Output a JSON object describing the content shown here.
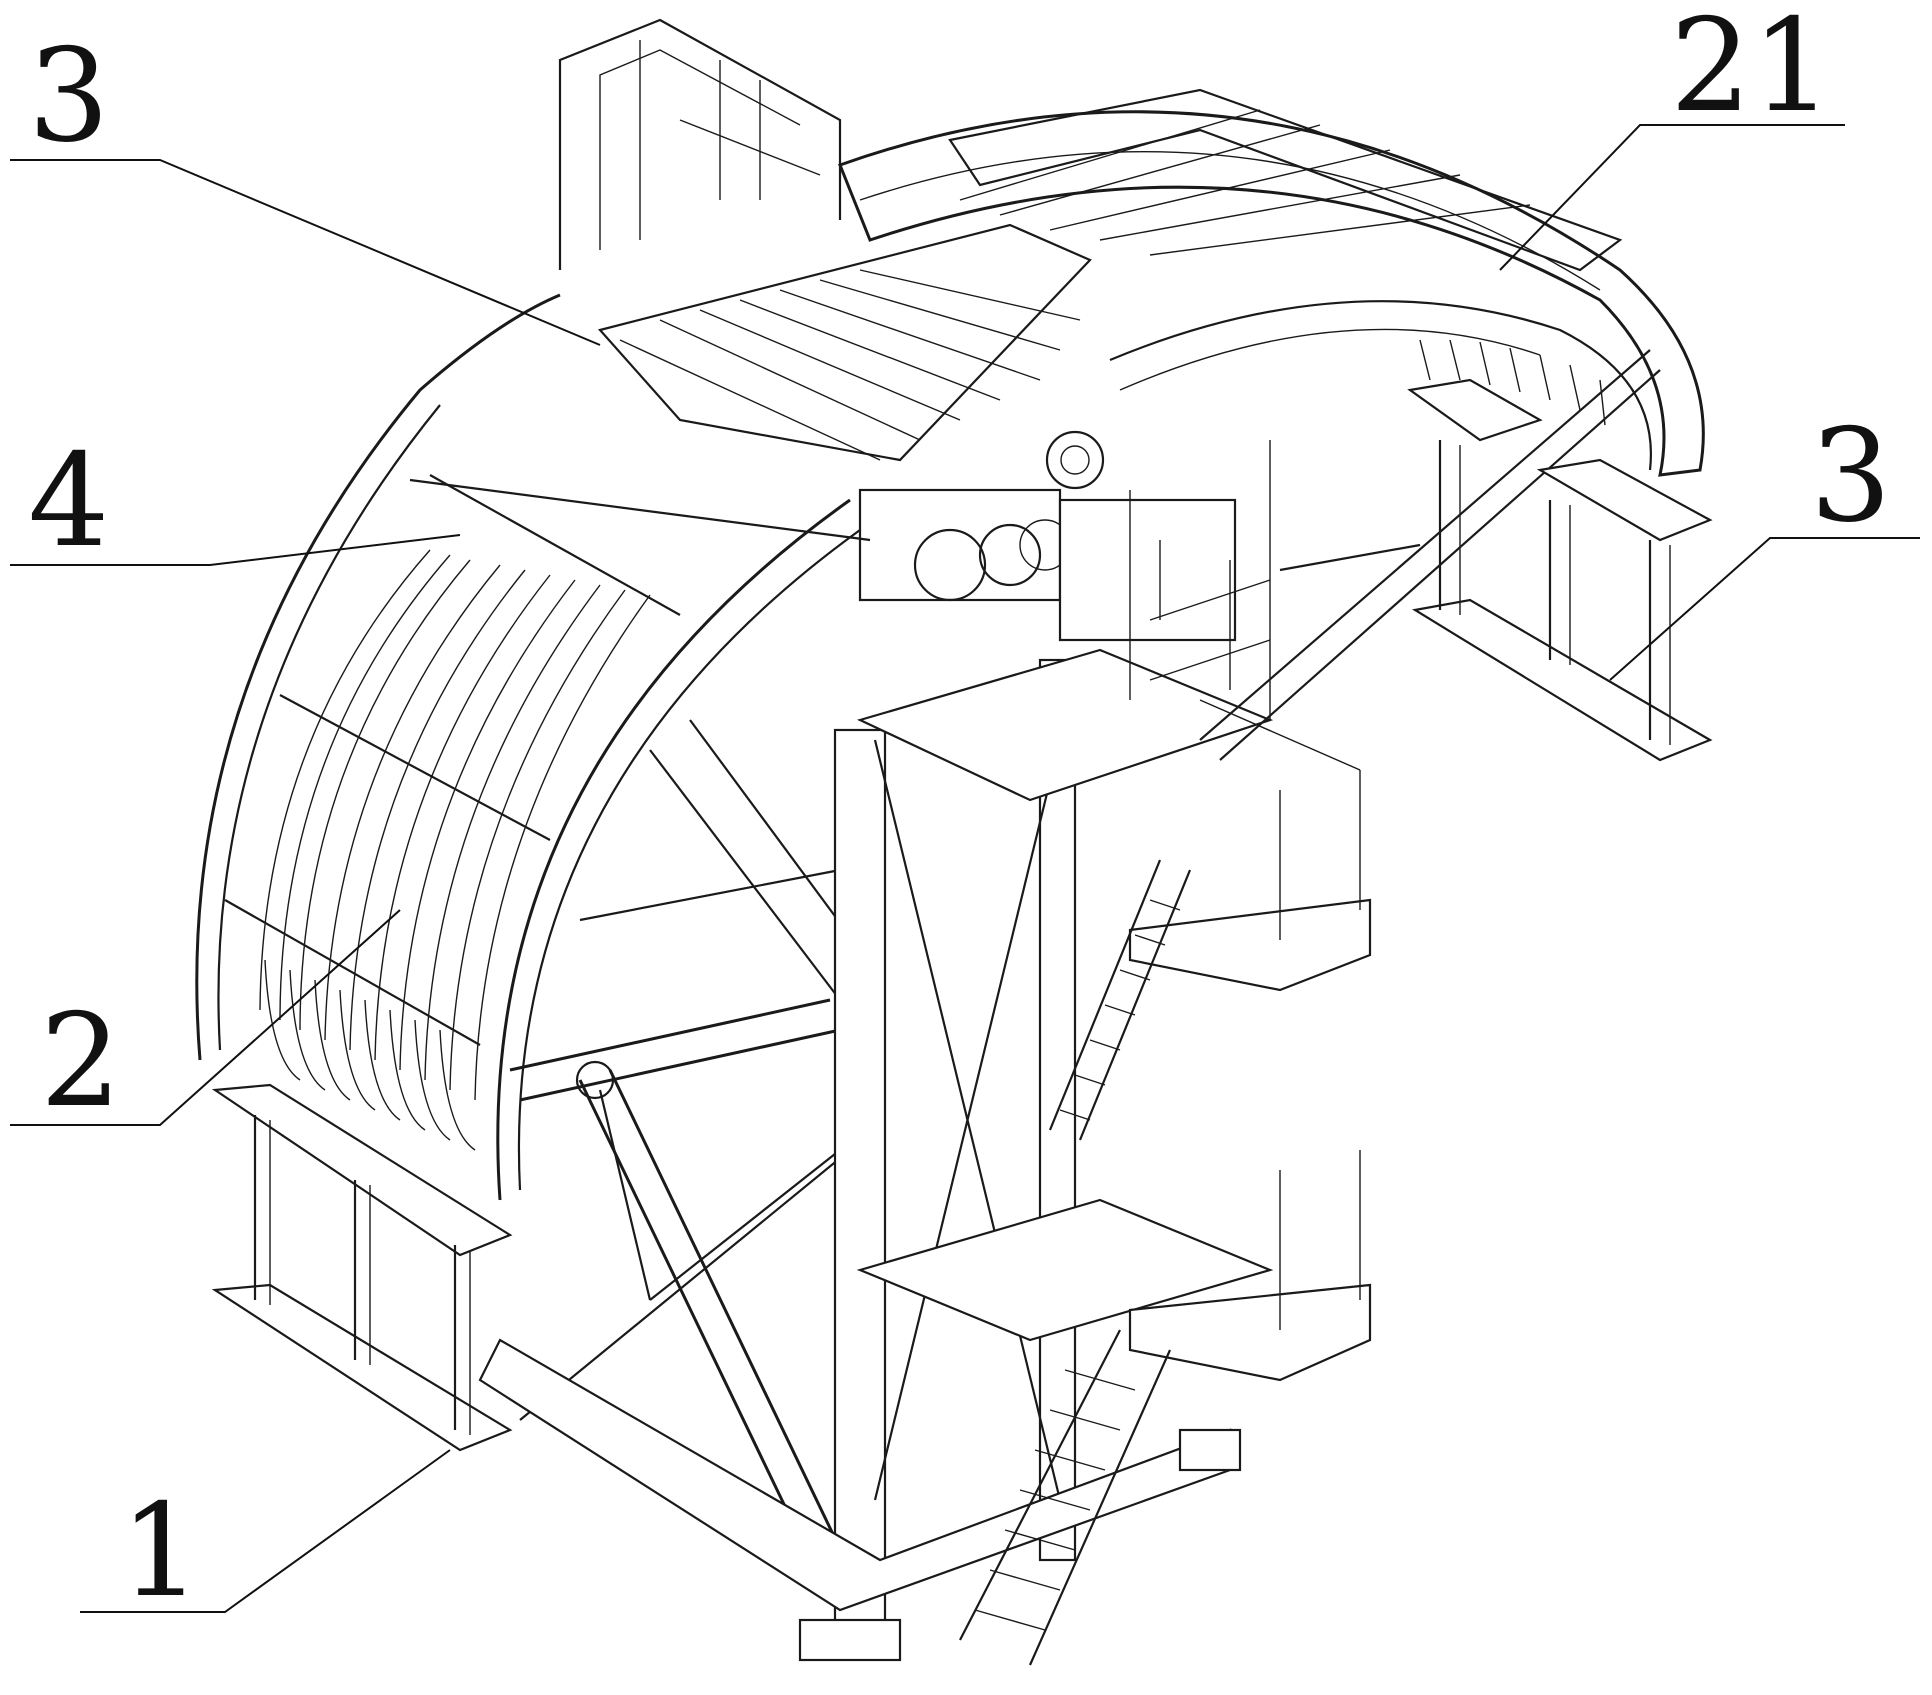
{
  "figure": {
    "callouts": [
      {
        "label": "3"
      },
      {
        "label": "21"
      },
      {
        "label": "4"
      },
      {
        "label": "3"
      },
      {
        "label": "2"
      },
      {
        "label": "1"
      }
    ]
  },
  "colors": {
    "line": "#1a1a1a",
    "background": "#ffffff"
  }
}
